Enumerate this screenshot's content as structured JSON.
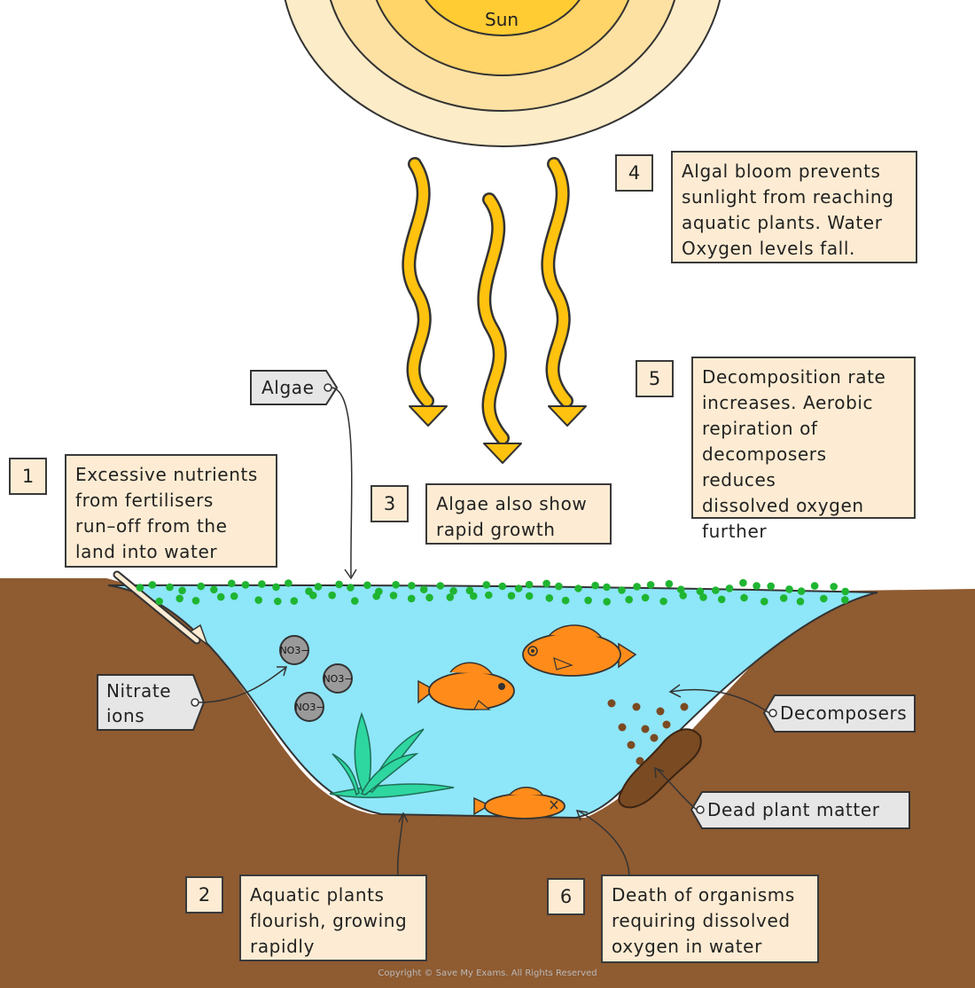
{
  "sun": {
    "label": "Sun"
  },
  "steps": [
    {
      "number": "1",
      "text": "Excessive nutrients\nfrom fertilisers\nrun–off from the\nland into water"
    },
    {
      "number": "2",
      "text": "Aquatic plants\nflourish, growing\nrapidly"
    },
    {
      "number": "3",
      "text": "Algae also show\nrapid growth"
    },
    {
      "number": "4",
      "text": "Algal bloom prevents\nsunlight from reaching\naquatic plants. Water\nOxygen levels fall."
    },
    {
      "number": "5",
      "text": "Decomposition rate\nincreases. Aerobic\nrepiration of\ndecomposers reduces\ndissolved oxygen\nfurther"
    },
    {
      "number": "6",
      "text": "Death of organisms\nrequiring dissolved\noxygen in water"
    }
  ],
  "tags": {
    "algae": "Algae",
    "nitrate": "Nitrate\nions",
    "decomposers": "Decomposers",
    "dead_plant": "Dead plant matter"
  },
  "ions": [
    "NO3−",
    "NO3−",
    "NO3−"
  ],
  "copyright": "Copyright © Save My Exams. All Rights Reserved",
  "colors": {
    "soil": "#8f5b31",
    "water": "#8ee6f9",
    "algae": "#1fb531",
    "sun_outer": "#fdecc8",
    "sun_inner": "#ffcc33",
    "sunray": "#ffc20e",
    "fish": "#ff8c1a",
    "plant": "#2ed6a0",
    "tag_fill": "#e6e6e6",
    "box_fill": "#fdecd3"
  }
}
